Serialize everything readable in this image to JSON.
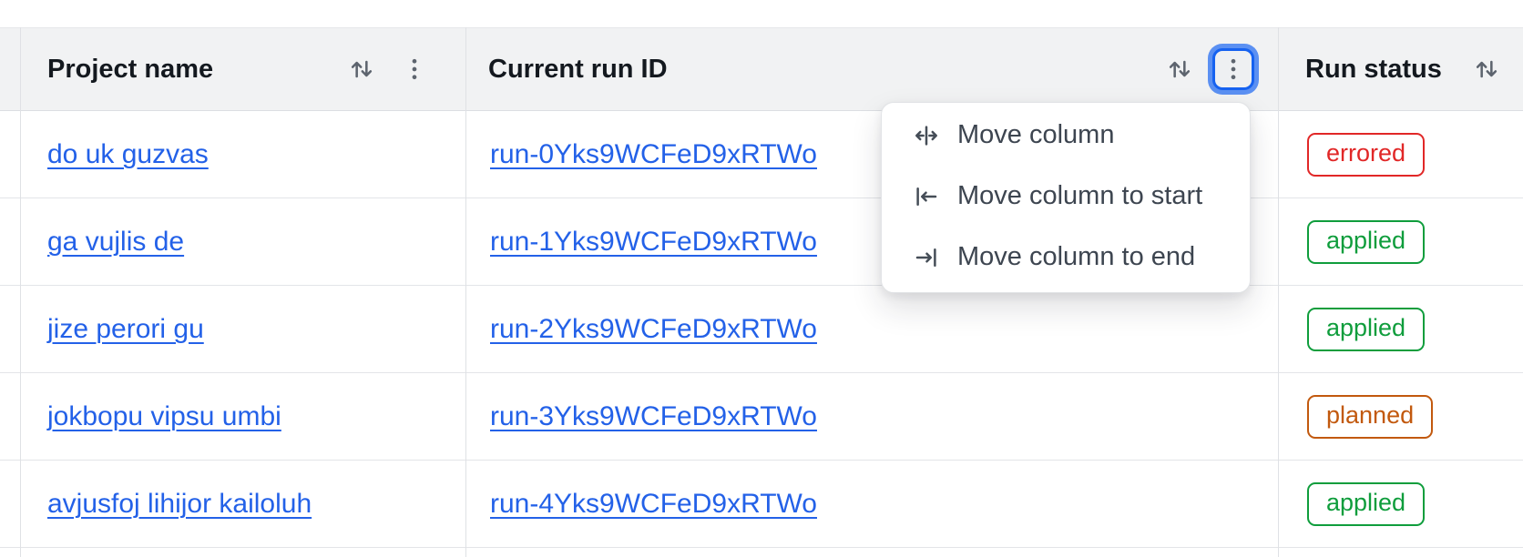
{
  "header": {
    "columns": [
      {
        "label": "Project name"
      },
      {
        "label": "Current run ID"
      },
      {
        "label": "Run status"
      }
    ]
  },
  "rows": [
    {
      "project": "do uk guzvas",
      "run_id": "run-0Yks9WCFeD9xRTWo",
      "status": "errored"
    },
    {
      "project": "ga vujlis de",
      "run_id": "run-1Yks9WCFeD9xRTWo",
      "status": "applied"
    },
    {
      "project": "jize perori gu",
      "run_id": "run-2Yks9WCFeD9xRTWo",
      "status": "applied"
    },
    {
      "project": "jokbopu vipsu umbi",
      "run_id": "run-3Yks9WCFeD9xRTWo",
      "status": "planned"
    },
    {
      "project": "avjusfoj lihijor kailoluh",
      "run_id": "run-4Yks9WCFeD9xRTWo",
      "status": "applied"
    }
  ],
  "column_menu": {
    "items": [
      {
        "label": "Move column",
        "icon": "move-column-icon"
      },
      {
        "label": "Move column to start",
        "icon": "move-column-to-start-icon"
      },
      {
        "label": "Move column to end",
        "icon": "move-column-to-end-icon"
      }
    ]
  },
  "colors": {
    "link": "#2361e8",
    "header_bg": "#f1f2f3",
    "icon_gray": "#5d646e",
    "focus_ring": "#5b90f2",
    "focus_border": "#1662f0",
    "status": {
      "errored": "#e12727",
      "applied": "#0f9d3c",
      "planned": "#c2590e"
    }
  }
}
